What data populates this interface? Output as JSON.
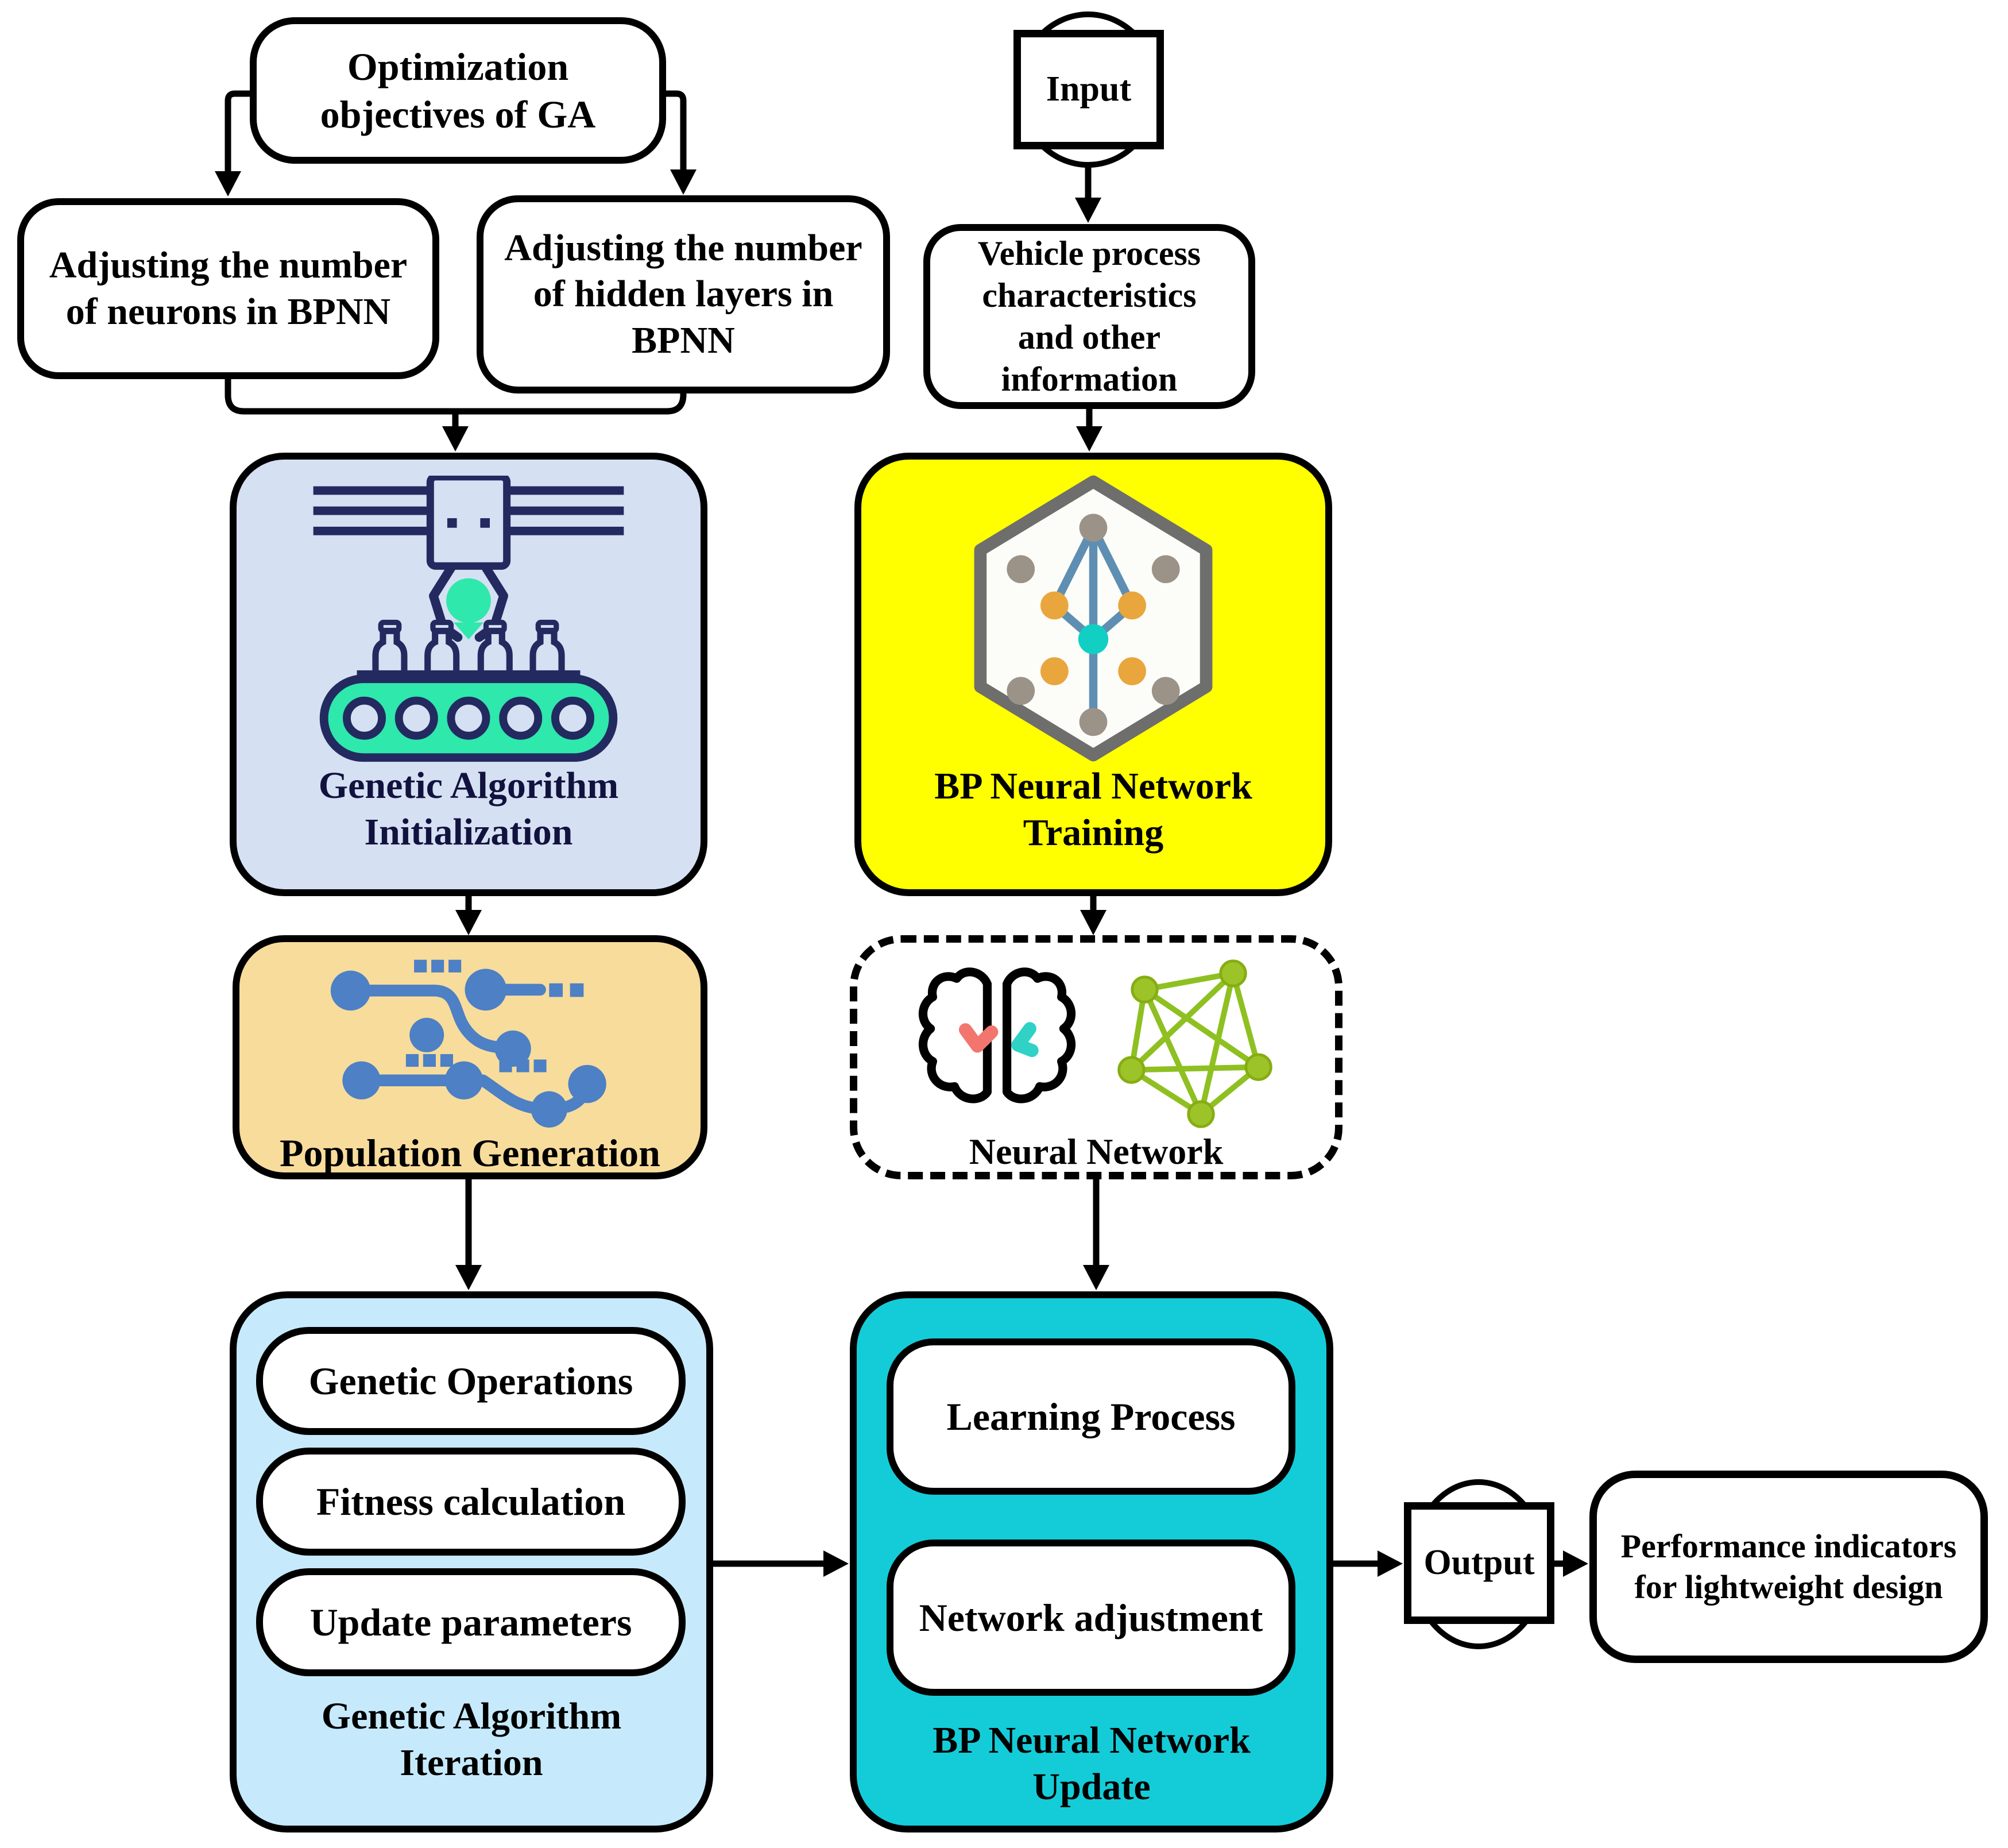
{
  "boxes": {
    "optimization": {
      "lines": [
        "Optimization",
        "objectives of GA"
      ]
    },
    "adjust_neurons": {
      "lines": [
        "Adjusting the number",
        "of neurons in BPNN"
      ]
    },
    "adjust_hidden": {
      "lines": [
        "Adjusting the number",
        "of hidden layers in",
        "BPNN"
      ]
    },
    "input": {
      "label": "Input"
    },
    "vehicle": {
      "lines": [
        "Vehicle process",
        "characteristics",
        "and other",
        "information"
      ]
    },
    "ga_init": {
      "lines": [
        "Genetic Algorithm",
        "Initialization"
      ],
      "icon": "robot-arm-conveyor-icon"
    },
    "bp_training": {
      "lines": [
        "BP Neural Network",
        "Training"
      ],
      "icon": "hexagon-neural-network-icon"
    },
    "population": {
      "label": "Population Generation",
      "icon": "circuit-crossover-icon"
    },
    "neural_network": {
      "label": "Neural Network",
      "icons": [
        "brain-icon",
        "green-network-icon"
      ]
    },
    "ga_iteration": {
      "steps": [
        "Genetic Operations",
        "Fitness calculation",
        "Update parameters"
      ],
      "lines": [
        "Genetic Algorithm",
        "Iteration"
      ]
    },
    "bp_update": {
      "steps": [
        "Learning Process",
        "Network adjustment"
      ],
      "lines": [
        "BP Neural Network",
        "Update"
      ]
    },
    "output": {
      "label": "Output"
    },
    "performance": {
      "lines": [
        "Performance indicators",
        "for lightweight design"
      ]
    }
  },
  "colors": {
    "ga_init_bg": "#d5e0f2",
    "bp_training_bg": "#ffff00",
    "population_bg": "#f8dc9c",
    "ga_iteration_bg": "#c6eafc",
    "bp_update_bg": "#14ccd8",
    "icon_navy": "#232a60",
    "icon_green": "#2ee8ac",
    "icon_circuit_blue": "#4d80c4",
    "icon_orange": "#e9a63d",
    "icon_teal": "#12cfc4",
    "icon_gray": "#9b9288",
    "icon_line_blue": "#5e8fb3",
    "icon_net_green": "#8fc021",
    "icon_brain_red": "#f2766e",
    "icon_brain_teal": "#30d2c6",
    "line_black": "#000000"
  }
}
